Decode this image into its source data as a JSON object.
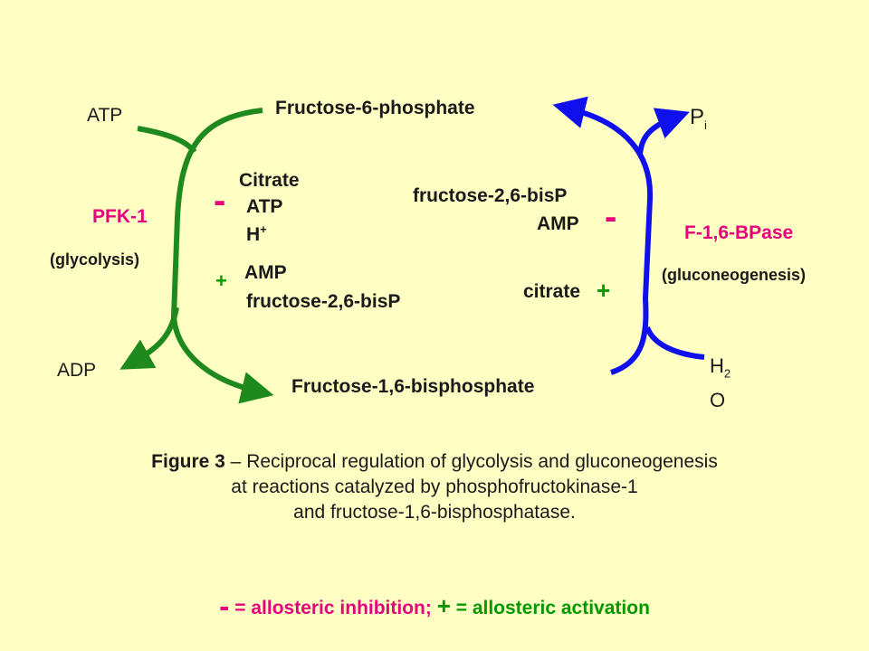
{
  "nodes": {
    "top": "Fructose-6-phosphate",
    "bottom": "Fructose-1,6-bisphosphate"
  },
  "left": {
    "atp": "ATP",
    "adp": "ADP",
    "enzyme": "PFK-1",
    "pathway": "(glycolysis)",
    "inhibit_symbol": "-",
    "inhibitors": [
      "Citrate",
      "ATP",
      "H"
    ],
    "h_charge": "+",
    "activate_symbol": "+",
    "activators": [
      "AMP",
      "fructose-2,6-bisP"
    ]
  },
  "right": {
    "pi_main": "P",
    "pi_sub": "i",
    "h2o_h": "H",
    "h2o_sub": "2",
    "h2o_o": "O",
    "enzyme": "F-1,6-BPase",
    "pathway": "(gluconeogenesis)",
    "inhibit_symbol": "-",
    "inhibitors": [
      "fructose-2,6-bisP",
      "AMP"
    ],
    "activate_symbol": "+",
    "activators": [
      "citrate"
    ]
  },
  "caption": {
    "bold": "Figure 3",
    "line1": " – Reciprocal regulation of glycolysis and gluconeogenesis",
    "line2": "at reactions catalyzed by phosphofructokinase-1",
    "line3": "and fructose-1,6-bisphosphatase."
  },
  "legend": {
    "minus": "-",
    "minus_text": " = allosteric inhibition; ",
    "plus": "+",
    "plus_text": " = allosteric activation"
  },
  "colors": {
    "background": "#ffffc4",
    "glycolysis": "#1e8a1e",
    "gluconeogenesis": "#1010ee",
    "enzyme_label": "#e6007e",
    "activation": "#009900",
    "inhibition": "#e6007e"
  }
}
